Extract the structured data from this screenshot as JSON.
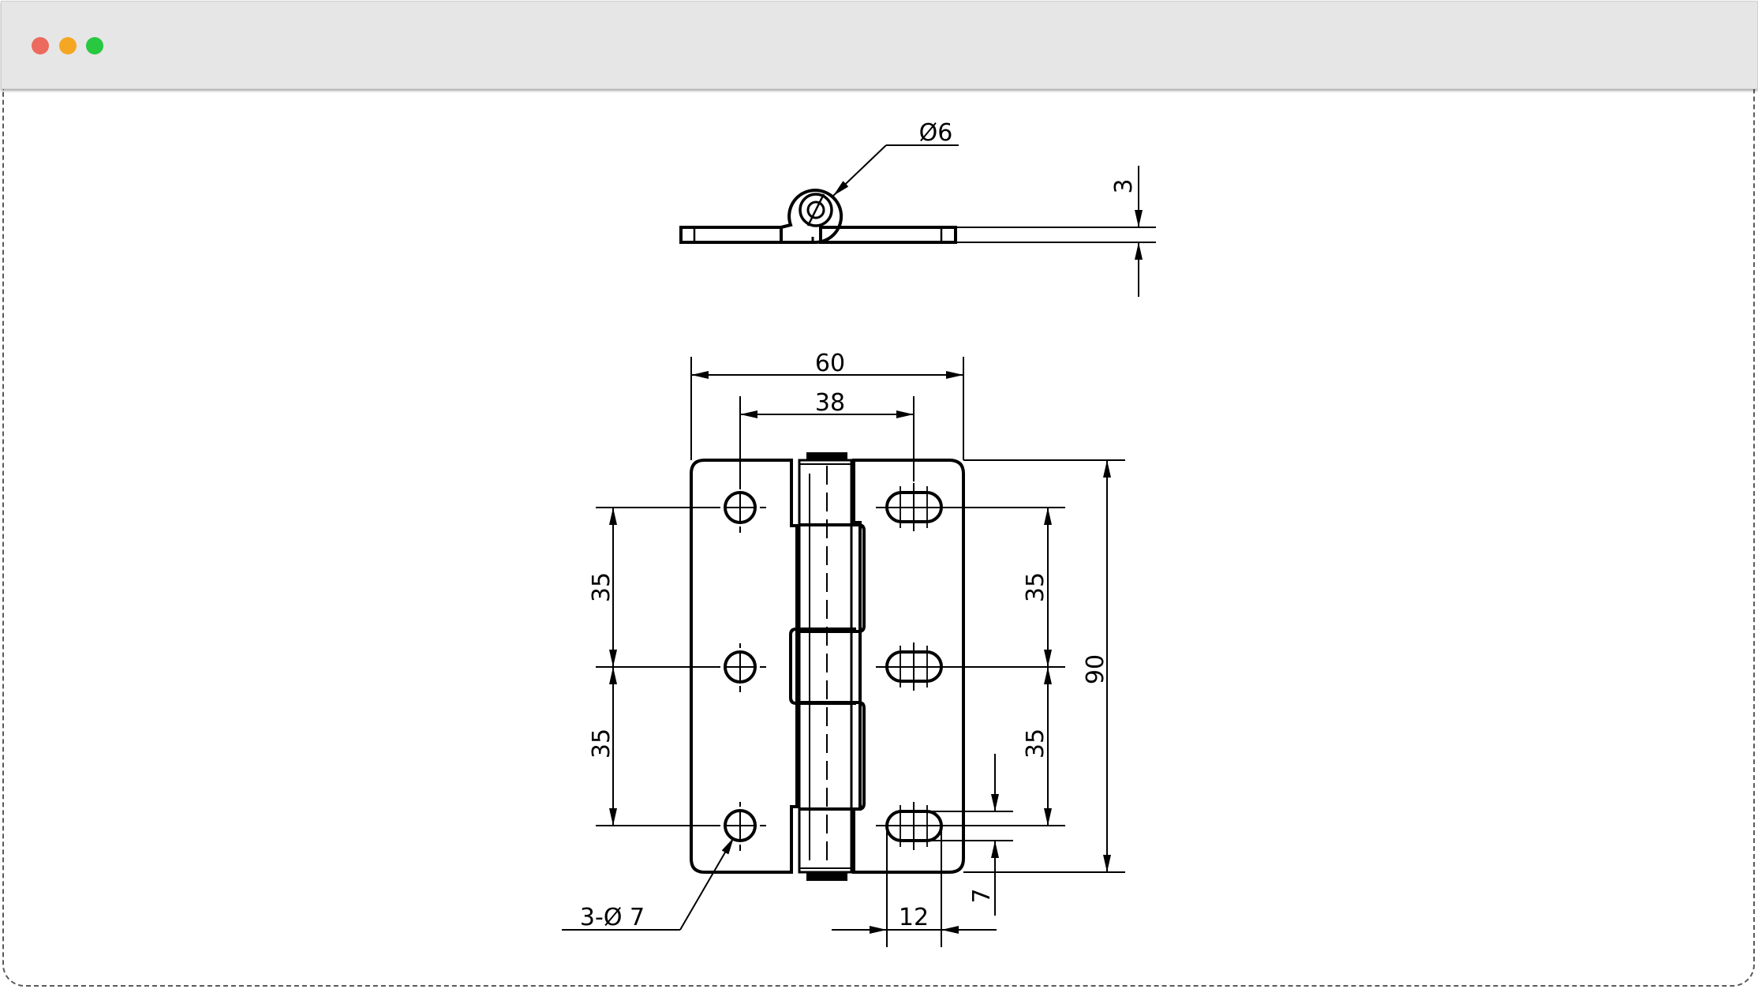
{
  "window": {
    "controls": {
      "close_color": "#ec6a5e",
      "minimize_color": "#f5a623",
      "maximize_color": "#28c840"
    }
  },
  "drawing": {
    "side_view": {
      "pin_diameter": "Ø6",
      "leaf_thickness": "3"
    },
    "front_view": {
      "overall_width": "60",
      "hole_spacing_width": "38",
      "overall_height": "90",
      "left_spacing_upper": "35",
      "left_spacing_lower": "35",
      "right_spacing_upper": "35",
      "right_spacing_lower": "35",
      "hole_callout": "3-Ø 7",
      "slot_width": "12",
      "slot_height": "7"
    }
  }
}
